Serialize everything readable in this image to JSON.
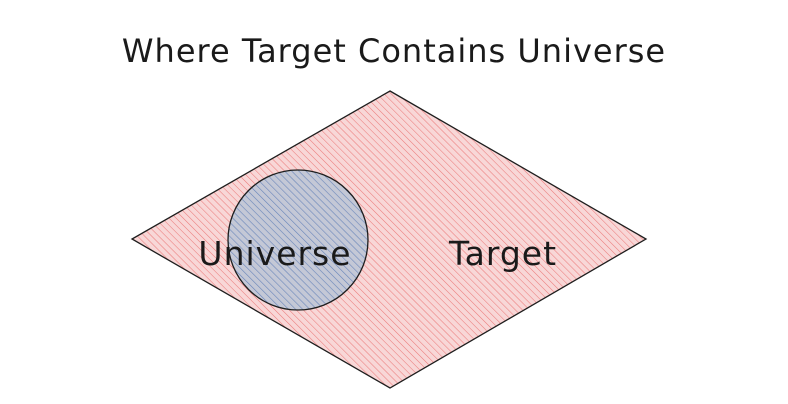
{
  "title": "Where Target Contains Universe",
  "shapes": {
    "target": {
      "label": "Target",
      "fill_color": "#f8d7d7",
      "hatch_color": "#e03131",
      "stroke_color": "#1e1e1e"
    },
    "universe": {
      "label": "Universe",
      "fill_color": "#c4c8d6",
      "hatch_color": "#4a6fb0",
      "stroke_color": "#1e1e1e"
    }
  }
}
